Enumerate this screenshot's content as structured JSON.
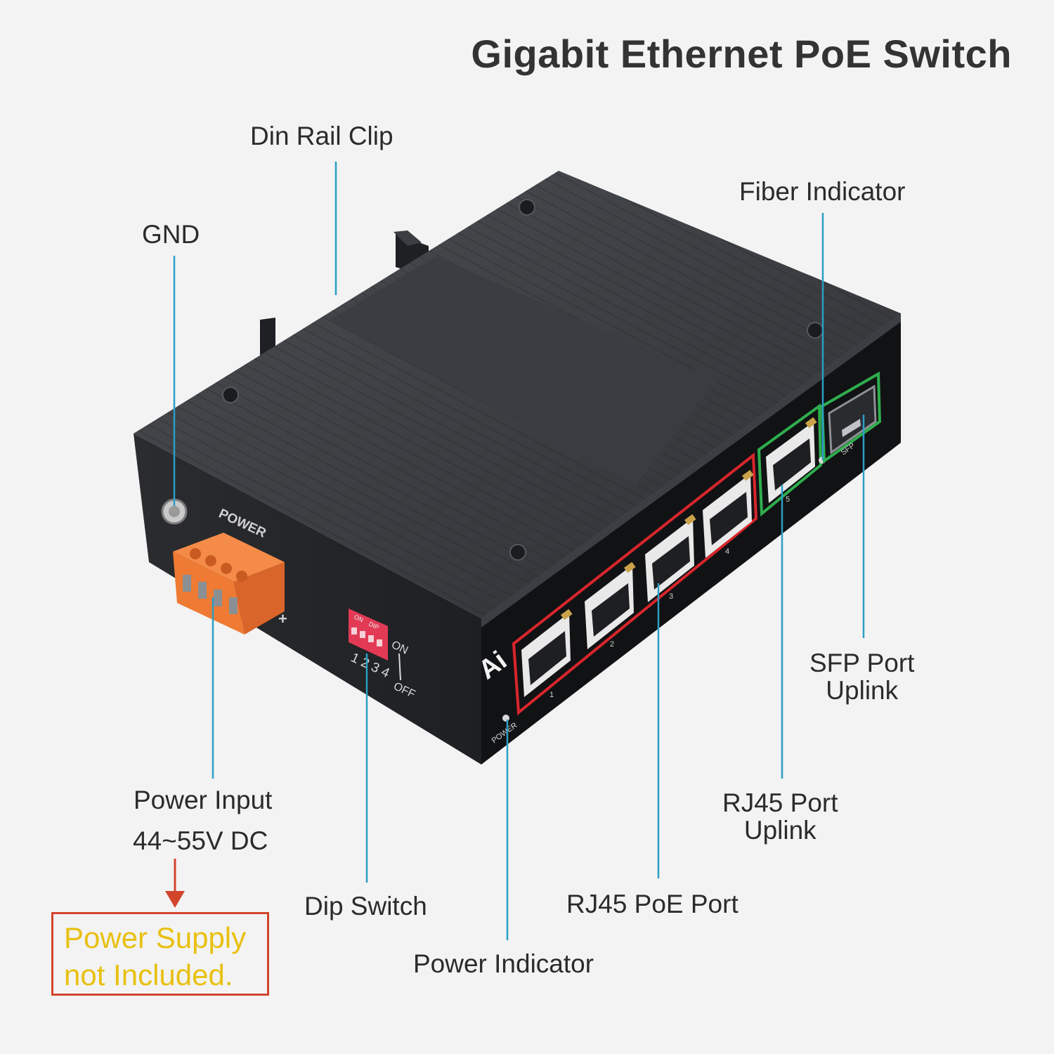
{
  "title": "Gigabit Ethernet PoE Switch",
  "labels": {
    "din_rail_clip": "Din Rail Clip",
    "gnd": "GND",
    "fiber_indicator": "Fiber Indicator",
    "sfp_port_line1": "SFP Port",
    "sfp_port_line2": "Uplink",
    "rj45_uplink_line1": "RJ45 Port",
    "rj45_uplink_line2": "Uplink",
    "rj45_poe_port": "RJ45 PoE Port",
    "power_indicator": "Power Indicator",
    "dip_switch": "Dip Switch",
    "power_input_line1": "Power Input",
    "power_input_line2": "44~55V DC"
  },
  "note": {
    "line1": "Power Supply",
    "line2": "not Included."
  },
  "device_markings": {
    "brand": "Ai",
    "power_connector": "POWER",
    "power_led": "POWER",
    "sfp": "SFP",
    "dip_on": "ON",
    "dip_off": "OFF",
    "dip_header_on": "ON",
    "dip_header_dip": "DIP",
    "dip_numbers": "1 2 3 4",
    "port_numbers": [
      "1",
      "2",
      "3",
      "4",
      "5"
    ],
    "polarity_plus": "+"
  },
  "colors": {
    "leader_line": "#2a9ec4",
    "poe_group_outline": "#d8262c",
    "uplink_outline": "#2fae4e",
    "power_connector": "#f07a33",
    "dip_switch": "#e23a55",
    "arrow": "#d2452c",
    "note_text": "#e8c010"
  }
}
